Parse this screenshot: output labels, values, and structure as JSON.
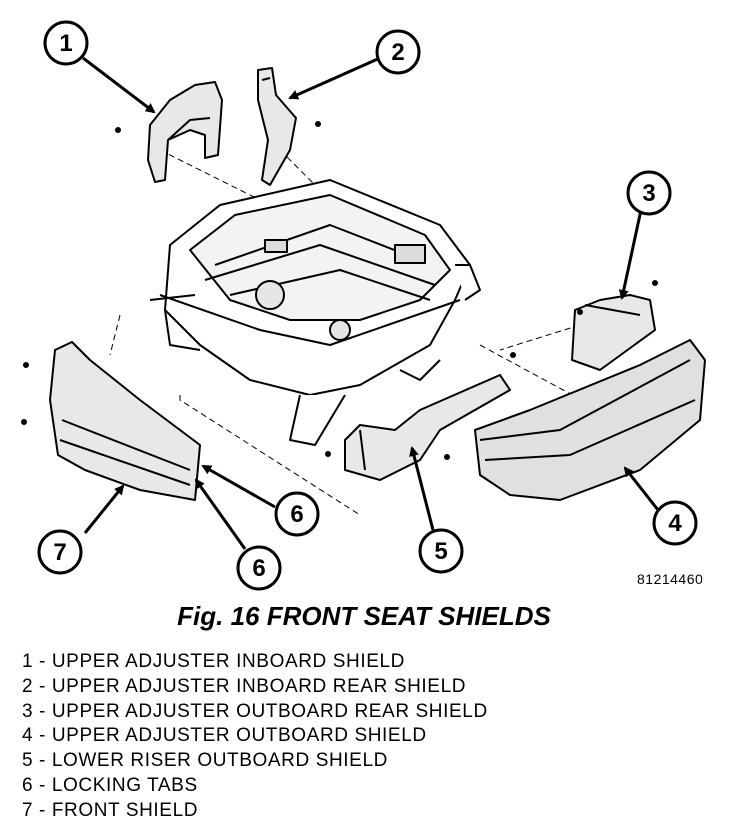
{
  "figure": {
    "code": "81214460",
    "caption": "Fig. 16 FRONT SEAT SHIELDS",
    "callouts": [
      "1",
      "2",
      "3",
      "4",
      "5",
      "6",
      "6",
      "7"
    ]
  },
  "legend": [
    "1 - UPPER ADJUSTER INBOARD SHIELD",
    "2 - UPPER ADJUSTER INBOARD REAR SHIELD",
    "3 - UPPER ADJUSTER OUTBOARD REAR SHIELD",
    "4 - UPPER ADJUSTER OUTBOARD SHIELD",
    "5 - LOWER RISER OUTBOARD SHIELD",
    "6 - LOCKING TABS",
    "7 - FRONT SHIELD"
  ]
}
